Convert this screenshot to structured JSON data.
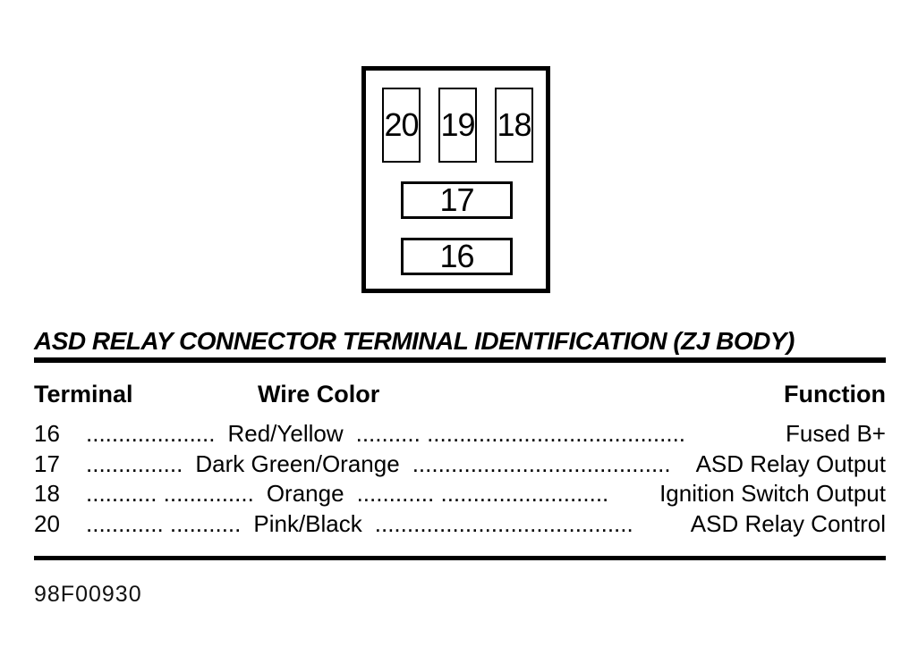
{
  "connector": {
    "cavities": {
      "c20": "20",
      "c19": "19",
      "c18": "18",
      "c17": "17",
      "c16": "16"
    }
  },
  "title": "ASD RELAY CONNECTOR TERMINAL IDENTIFICATION (ZJ BODY)",
  "table": {
    "headers": {
      "terminal": "Terminal",
      "wire_color": "Wire Color",
      "function": "Function"
    },
    "rows": [
      {
        "terminal": "16",
        "leader1": "....................",
        "wire_color": "Red/Yellow",
        "leader2": ".......... ........................................",
        "function": "Fused B+"
      },
      {
        "terminal": "17",
        "leader1": "...............",
        "wire_color": "Dark Green/Orange",
        "leader2": "........................................",
        "function": "ASD Relay Output"
      },
      {
        "terminal": "18",
        "leader1": "........... ..............",
        "wire_color": "Orange",
        "leader2": "............ ..........................",
        "function": "Ignition Switch Output"
      },
      {
        "terminal": "20",
        "leader1": "............ ...........",
        "wire_color": "Pink/Black",
        "leader2": "........................................",
        "function": "ASD Relay Control"
      }
    ]
  },
  "footer": {
    "figure_id": "98F00930"
  },
  "colors": {
    "ink": "#000000",
    "background": "#ffffff"
  }
}
